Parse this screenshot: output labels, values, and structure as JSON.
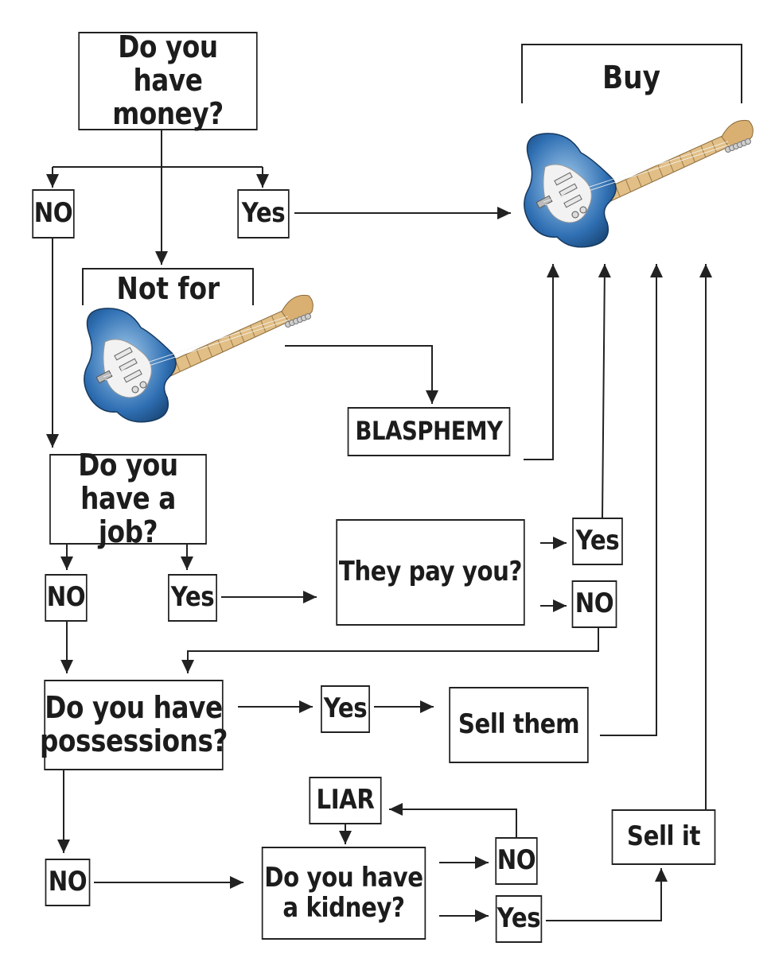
{
  "nodes": {
    "money_question": "Do you\nhave money?",
    "money_no": "NO",
    "money_yes": "Yes",
    "not_for": "Not for",
    "blasphemy": "BLASPHEMY",
    "buy": "Buy",
    "job_question": "Do you\nhave a job?",
    "job_no": "NO",
    "job_yes": "Yes",
    "pay_question": "They pay you?",
    "pay_yes": "Yes",
    "pay_no": "NO",
    "possessions_question": "Do you have\npossessions?",
    "possessions_yes": "Yes",
    "sell_them": "Sell them",
    "possessions_no": "NO",
    "liar": "LIAR",
    "kidney_question": "Do you have\na kidney?",
    "kidney_no": "NO",
    "kidney_yes": "Yes",
    "sell_it": "Sell it"
  },
  "colors": {
    "ink": "#222222",
    "guitar_body": "#2f6fb3",
    "guitar_body_light": "#a9d0ee",
    "pickguard": "#f2f2f2",
    "neck": "#e2bf86",
    "headstock": "#d9b072"
  },
  "icons": [
    "guitar-image-buy",
    "guitar-image-not-for"
  ]
}
